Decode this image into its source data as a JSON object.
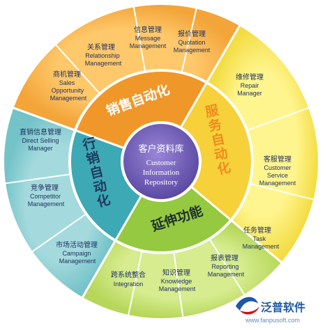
{
  "center": {
    "title": "客户资料库",
    "en_line1": "Customer",
    "en_line2": "Information",
    "en_line3": "Repository"
  },
  "sectors": [
    {
      "id": "sales",
      "title": "销售自动化",
      "color": "#f0972a"
    },
    {
      "id": "service",
      "title": "服务自动化",
      "color": "#f6d13a"
    },
    {
      "id": "extension",
      "title": "延伸功能",
      "color": "#95c940"
    },
    {
      "id": "marketing",
      "title": "行销自动化",
      "color": "#3da9b4"
    }
  ],
  "modules": [
    {
      "zh": "信息管理",
      "en": [
        "Message",
        "Management"
      ]
    },
    {
      "zh": "报价管理",
      "en": [
        "Quotation",
        "Management"
      ]
    },
    {
      "zh": "关系管理",
      "en": [
        "Relationship",
        "Management"
      ]
    },
    {
      "zh": "商机管理",
      "en": [
        "Sales",
        "Opportunity",
        "Management"
      ]
    },
    {
      "zh": "维修管理",
      "en": [
        "Repair",
        "Manager"
      ]
    },
    {
      "zh": "客服管理",
      "en": [
        "Customer",
        "Service",
        "Management"
      ]
    },
    {
      "zh": "任务管理",
      "en": [
        "Task",
        "Management"
      ]
    },
    {
      "zh": "报表管理",
      "en": [
        "Reporting",
        "Management"
      ]
    },
    {
      "zh": "知识管理",
      "en": [
        "Knowledge",
        "Management"
      ]
    },
    {
      "zh": "跨系统整合",
      "en": [
        "Integration"
      ]
    },
    {
      "zh": "直销信息管理",
      "en": [
        "Direct Selling",
        "Manager"
      ]
    },
    {
      "zh": "竞争管理",
      "en": [
        "Competitor",
        "Management"
      ]
    },
    {
      "zh": "市场活动管理",
      "en": [
        "Campaign",
        "Management"
      ]
    }
  ],
  "brand": {
    "name": "泛普软件",
    "url": "www.fanpusoft.com",
    "accent": "#c8161d",
    "blue": "#1d59a8"
  }
}
